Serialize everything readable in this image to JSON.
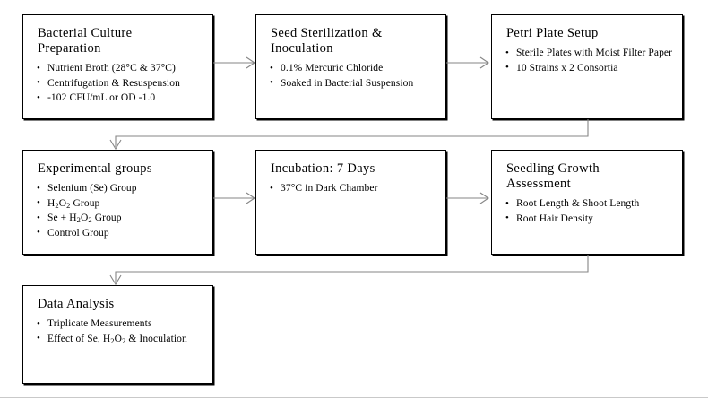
{
  "diagram": {
    "title": "Experimental workflow flowchart",
    "type": "flowchart",
    "colors": {
      "node_border": "#000000",
      "node_fill": "#ffffff",
      "connector": "#868686",
      "text": "#000000"
    },
    "nodes": [
      {
        "id": "bacterial-culture-preparation",
        "title": "Bacterial Culture\nPreparation",
        "items": [
          "Nutrient Broth (28°C & 37°C)",
          "Centrifugation & Resuspension",
          "-102 CFU/mL or OD -1.0"
        ]
      },
      {
        "id": "seed-sterilization-inoculation",
        "title": "Seed Sterilization &\nInoculation",
        "items": [
          "0.1% Mercuric Chloride",
          "Soaked in Bacterial Suspension"
        ]
      },
      {
        "id": "petri-plate-setup",
        "title": "Petri Plate Setup",
        "items": [
          "Sterile Plates with Moist Filter Paper",
          "10 Strains x 2 Consortia"
        ]
      },
      {
        "id": "experimental-groups",
        "title": "Experimental  groups",
        "items": [
          "Selenium (Se) Group",
          "H2O2 Group",
          "Se + H2O2 Group",
          "Control Group"
        ]
      },
      {
        "id": "incubation-7-days",
        "title": "Incubation:  7 Days",
        "items": [
          "37°C in Dark Chamber"
        ]
      },
      {
        "id": "seedling-growth-assessment",
        "title": "Seedling Growth\nAssessment",
        "items": [
          "Root Length & Shoot Length",
          "Root Hair Density"
        ]
      },
      {
        "id": "data-analysis",
        "title": "Data Analysis",
        "items": [
          "Triplicate Measurements",
          "Effect of Se, H2O2 & Inoculation"
        ]
      }
    ],
    "connectors": [
      {
        "id": "culture-to-sterilization",
        "from": "bacterial-culture-preparation",
        "to": "seed-sterilization-inoculation",
        "kind": "horizontal-arrow"
      },
      {
        "id": "sterilization-to-petri",
        "from": "seed-sterilization-inoculation",
        "to": "petri-plate-setup",
        "kind": "horizontal-arrow"
      },
      {
        "id": "petri-to-experimental-groups",
        "from": "petri-plate-setup",
        "to": "experimental-groups",
        "kind": "wrap-down-left-arrow"
      },
      {
        "id": "experimental-groups-to-incubation",
        "from": "experimental-groups",
        "to": "incubation-7-days",
        "kind": "horizontal-arrow"
      },
      {
        "id": "incubation-to-seedling",
        "from": "incubation-7-days",
        "to": "seedling-growth-assessment",
        "kind": "horizontal-arrow"
      },
      {
        "id": "seedling-to-data-analysis",
        "from": "seedling-growth-assessment",
        "to": "data-analysis",
        "kind": "wrap-down-left-arrow"
      }
    ]
  }
}
